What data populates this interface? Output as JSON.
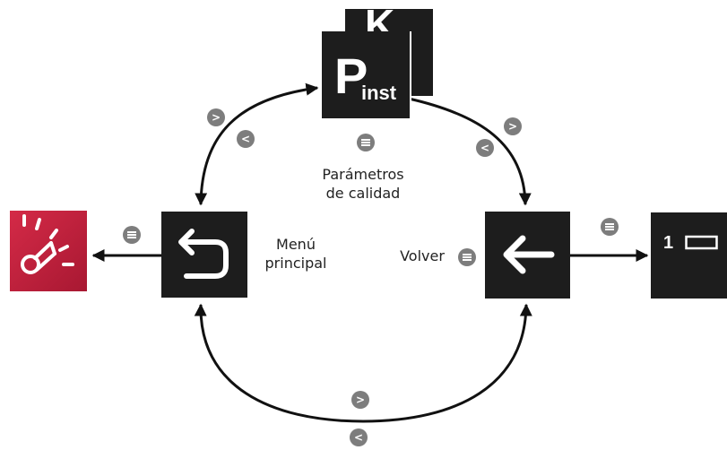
{
  "nodes": {
    "pinst": {
      "symbol": "P",
      "subscript": "inst",
      "back_symbol": "K"
    },
    "menu_principal": {
      "label_line1": "Menú",
      "label_line2": "principal"
    },
    "volver": {
      "label": "Volver"
    },
    "parametros": {
      "label_line1": "Parámetros",
      "label_line2": "de calidad"
    },
    "screen_1": {
      "digit": "1"
    }
  },
  "buttons": {
    "next": ">",
    "prev": "<"
  },
  "icons": {
    "menu": "menu-lines-icon",
    "back": "return-arrow-icon",
    "left_arrow": "left-arrow-icon",
    "gauge": "gauge-icon",
    "battery": "battery-icon"
  },
  "colors": {
    "tile": "#1d1d1d",
    "accent": "#c6203f",
    "button": "#7d7d7d",
    "arrow": "#111111"
  }
}
